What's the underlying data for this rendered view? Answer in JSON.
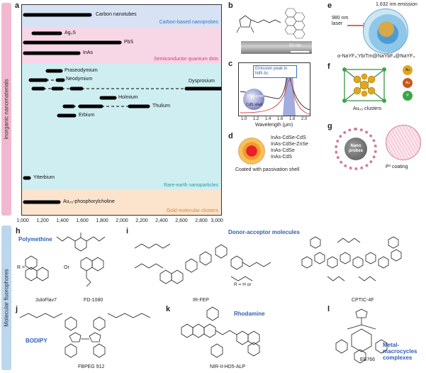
{
  "sidebar": {
    "top_label": "Inorganic nanomaterials",
    "bottom_label": "Molecular fluorophores"
  },
  "panel_a": {
    "label": "a",
    "bands": [
      {
        "name": "Carbon-based nanoprobes",
        "color": "#d7e3f4",
        "text_color": "#3a6fc4"
      },
      {
        "name": "Semiconductor quantum dots",
        "color": "#f7d6e6",
        "text_color": "#d23c7c"
      },
      {
        "name": "Rare-earth nanoparticles",
        "color": "#cfeef1",
        "text_color": "#2a9aa6"
      },
      {
        "name": "Gold molecular clusters",
        "color": "#fbe3cc",
        "text_color": "#d88a2c"
      }
    ],
    "elements": [
      "Carbon nanotubes",
      "Ag₂S",
      "PbS",
      "InAs",
      "Praseodymium",
      "Neodymium",
      "Dysprosium",
      "Holmium",
      "Thulium",
      "Erbium",
      "Ytterbium",
      "Au₂₅-phosphorylcholine"
    ],
    "xticks": [
      "1,000",
      "1,200",
      "1,400",
      "1,600",
      "1,800",
      "2,000",
      "2,200",
      "2,400",
      "2,600",
      "2,800",
      "3,000"
    ]
  },
  "panel_b": {
    "label": "b",
    "scale": "50 nm"
  },
  "panel_c": {
    "label": "c",
    "annotation": "Emission peak in NIR-IIc",
    "core": "PbS core",
    "shell": "CdS shell",
    "xlabel": "Wavelength (μm)",
    "xticks": [
      "1.0",
      "1.2",
      "1.4",
      "1.6",
      "1.8",
      "2.0"
    ]
  },
  "panel_d": {
    "label": "d",
    "layers": [
      "InAs-CdSe-CdS",
      "InAs-CdSe-ZnSe",
      "InAs-CdSe",
      "InAs-CdS"
    ],
    "caption": "Coated with passivation shell"
  },
  "panel_e": {
    "label": "e",
    "emission": "1,632 nm emission",
    "laser": "980 nm laser",
    "formula": "α-NaYF₄:Yb/Tm@NaYbF₄@NaYF₄"
  },
  "panel_f": {
    "label": "f",
    "atoms": [
      "Au",
      "Au",
      "P"
    ],
    "caption": "Au₂₅ clusters"
  },
  "panel_g": {
    "label": "g",
    "center": "Nano probes",
    "caption": "P³ coating"
  },
  "panel_h": {
    "label": "h",
    "class": "Polymethine",
    "r_eq": "R =",
    "or": "Or",
    "names": [
      "JuloFlav7",
      "FD-1080"
    ]
  },
  "panel_i": {
    "label": "i",
    "class": "Donor-acceptor molecules",
    "r_note": "R = H or",
    "names": [
      "IR-FEP",
      "CPTIC-4F"
    ]
  },
  "panel_j": {
    "label": "j",
    "class": "BODIPY",
    "name": "FBPEG 912"
  },
  "panel_k": {
    "label": "k",
    "class": "Rhodamine",
    "name": "NIR-II-HD5-ALP"
  },
  "panel_l": {
    "label": "l",
    "class": "Metal-macrocycles complexes",
    "name": "EB766"
  }
}
